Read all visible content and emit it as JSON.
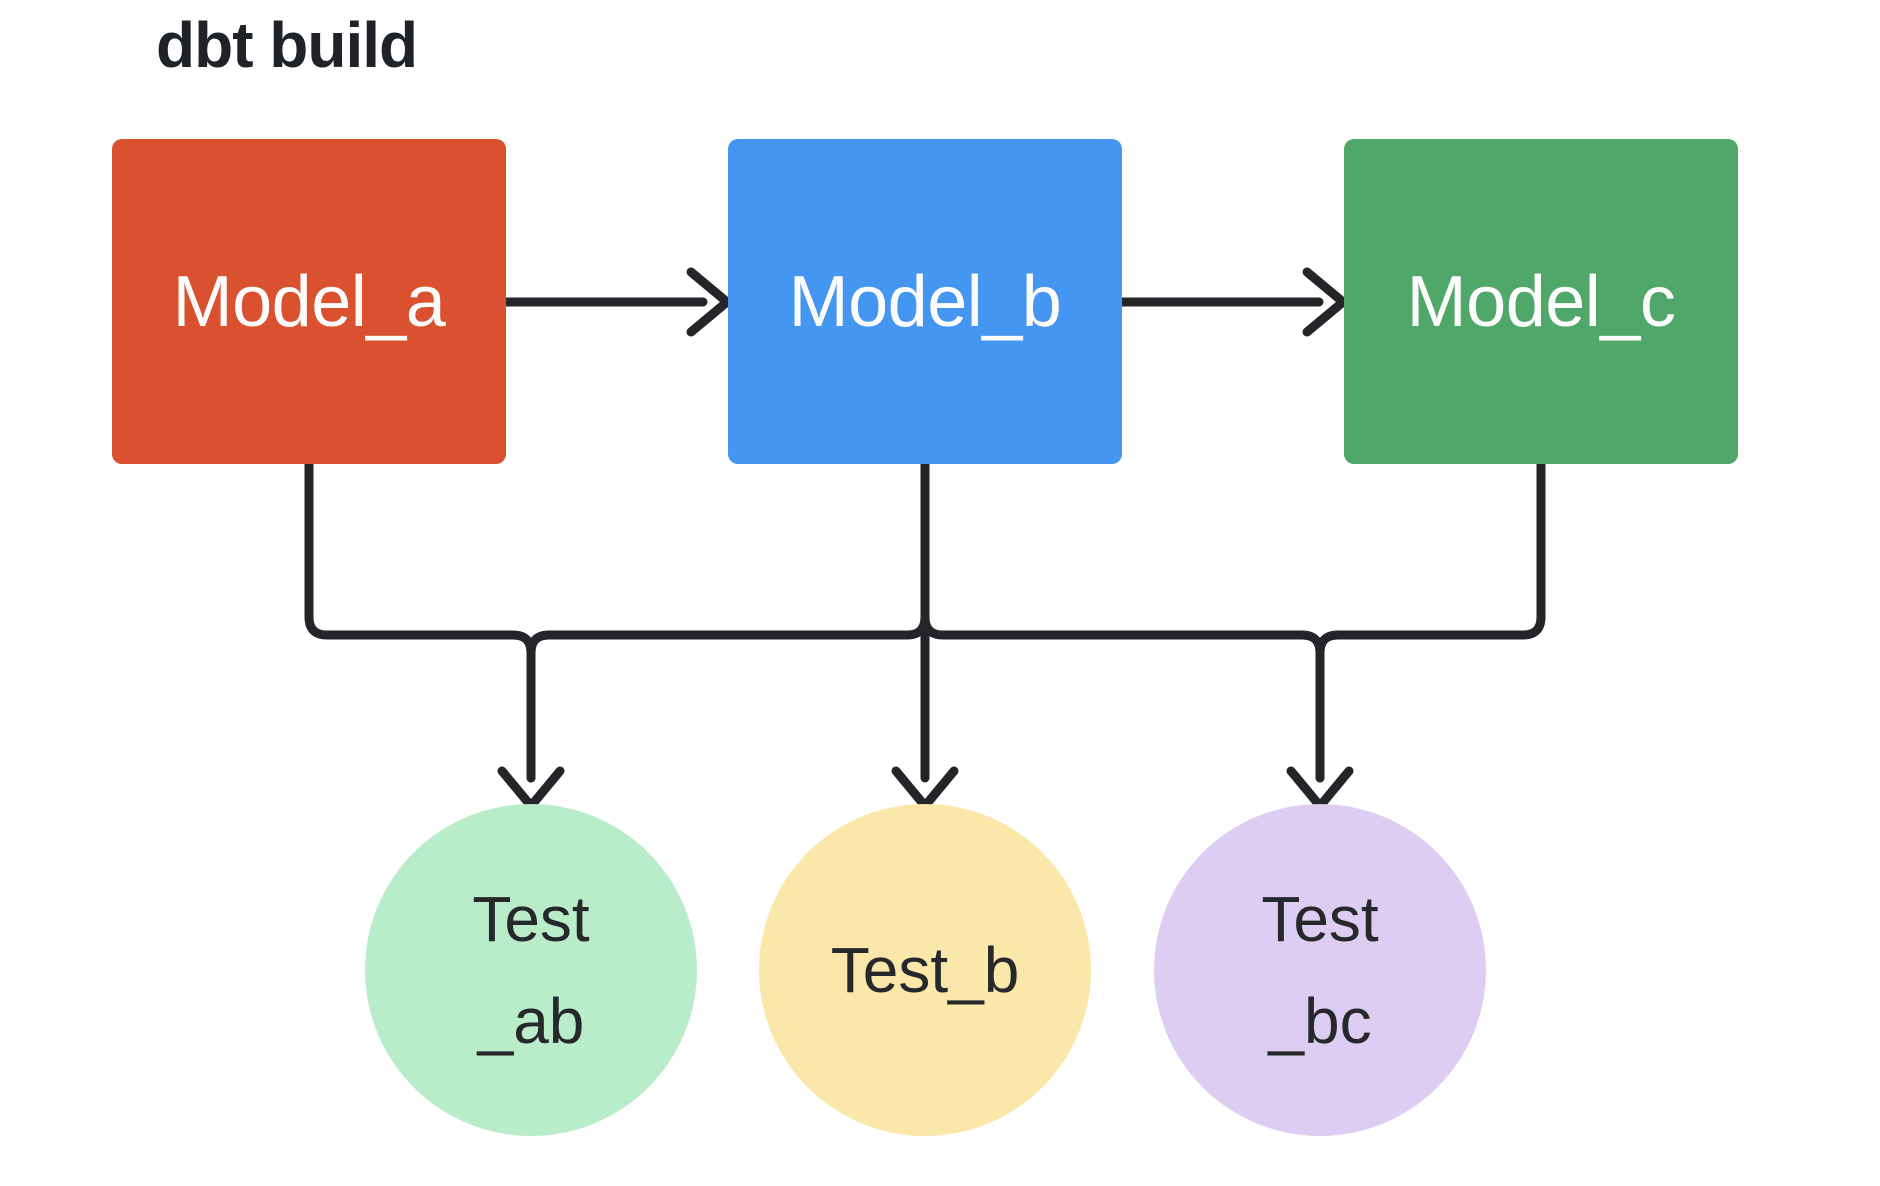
{
  "title": "dbt build",
  "colors": {
    "background": "#ffffff",
    "line": "#232528",
    "title_text": "#1f2328",
    "model_text": "#fcfcfc",
    "test_text": "#26282b",
    "model_a_fill": "#d9512e",
    "model_b_fill": "#4596f0",
    "model_c_fill": "#4fa76a",
    "test_ab_fill": "#b9edca",
    "test_b_fill": "#fae7a9",
    "test_bc_fill": "#ddcdf3"
  },
  "models": [
    {
      "id": "model_a",
      "label": "Model_a"
    },
    {
      "id": "model_b",
      "label": "Model_b"
    },
    {
      "id": "model_c",
      "label": "Model_c"
    }
  ],
  "tests": [
    {
      "id": "test_ab",
      "lines": [
        "Test",
        "_ab"
      ]
    },
    {
      "id": "test_b",
      "lines": [
        "Test_b"
      ]
    },
    {
      "id": "test_bc",
      "lines": [
        "Test",
        "_bc"
      ]
    }
  ]
}
